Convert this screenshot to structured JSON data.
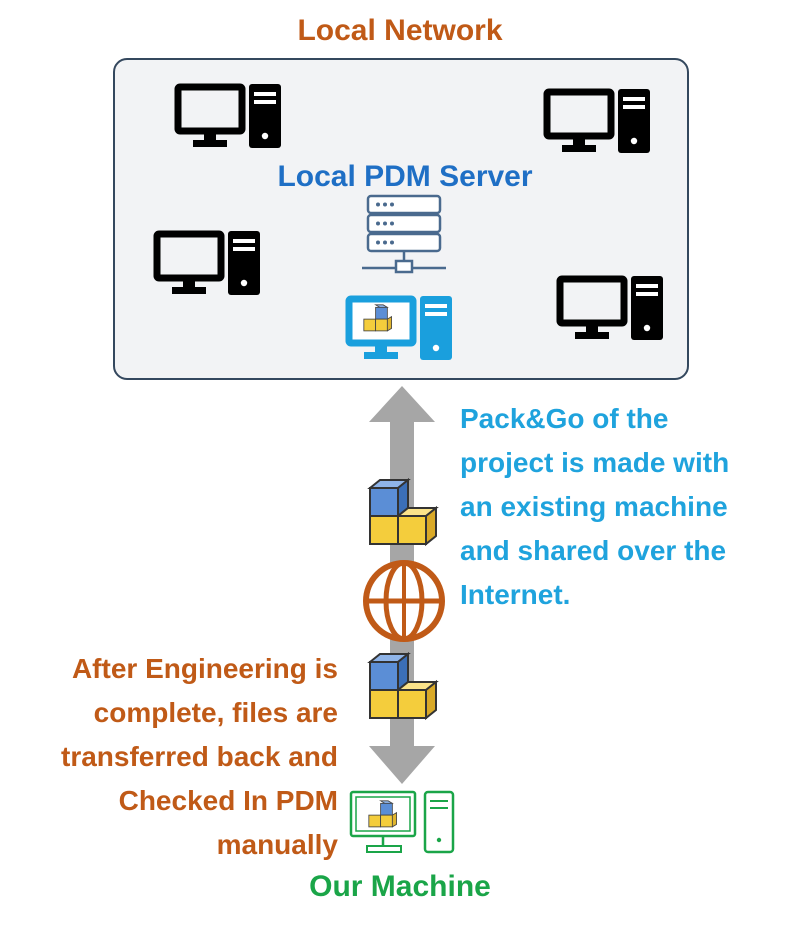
{
  "colors": {
    "network_label": "#c05a17",
    "server_label": "#1f6fc5",
    "pack_text": "#1fa3dd",
    "checkin_text": "#c05a17",
    "machine_label": "#1aa548",
    "box_fill": "#f2f3f5",
    "box_border": "#34485e",
    "arrow": "#a6a6a6",
    "globe": "#c05a17",
    "pc_black": "#000000",
    "pc_blue": "#1a9fdd",
    "pc_green": "#1aa548"
  },
  "network": {
    "title": "Local Network"
  },
  "server": {
    "title": "Local PDM Server"
  },
  "flow": {
    "pack_lines": [
      "Pack&Go of the",
      "project is made with",
      "an existing machine",
      "and shared over the",
      "Internet."
    ],
    "checkin_lines": [
      "After Engineering is",
      "complete, files are",
      "transferred back and",
      "Checked In PDM",
      "manually"
    ]
  },
  "machine": {
    "title": "Our Machine"
  },
  "icons": {
    "workstations": [
      "computer-icon",
      "computer-icon",
      "computer-icon",
      "computer-icon"
    ],
    "server": "server-icon",
    "pdm_client": "pdm-computer-icon",
    "package": "pdm-package-icon",
    "internet": "globe-icon",
    "our_machine": "pdm-computer-icon"
  }
}
